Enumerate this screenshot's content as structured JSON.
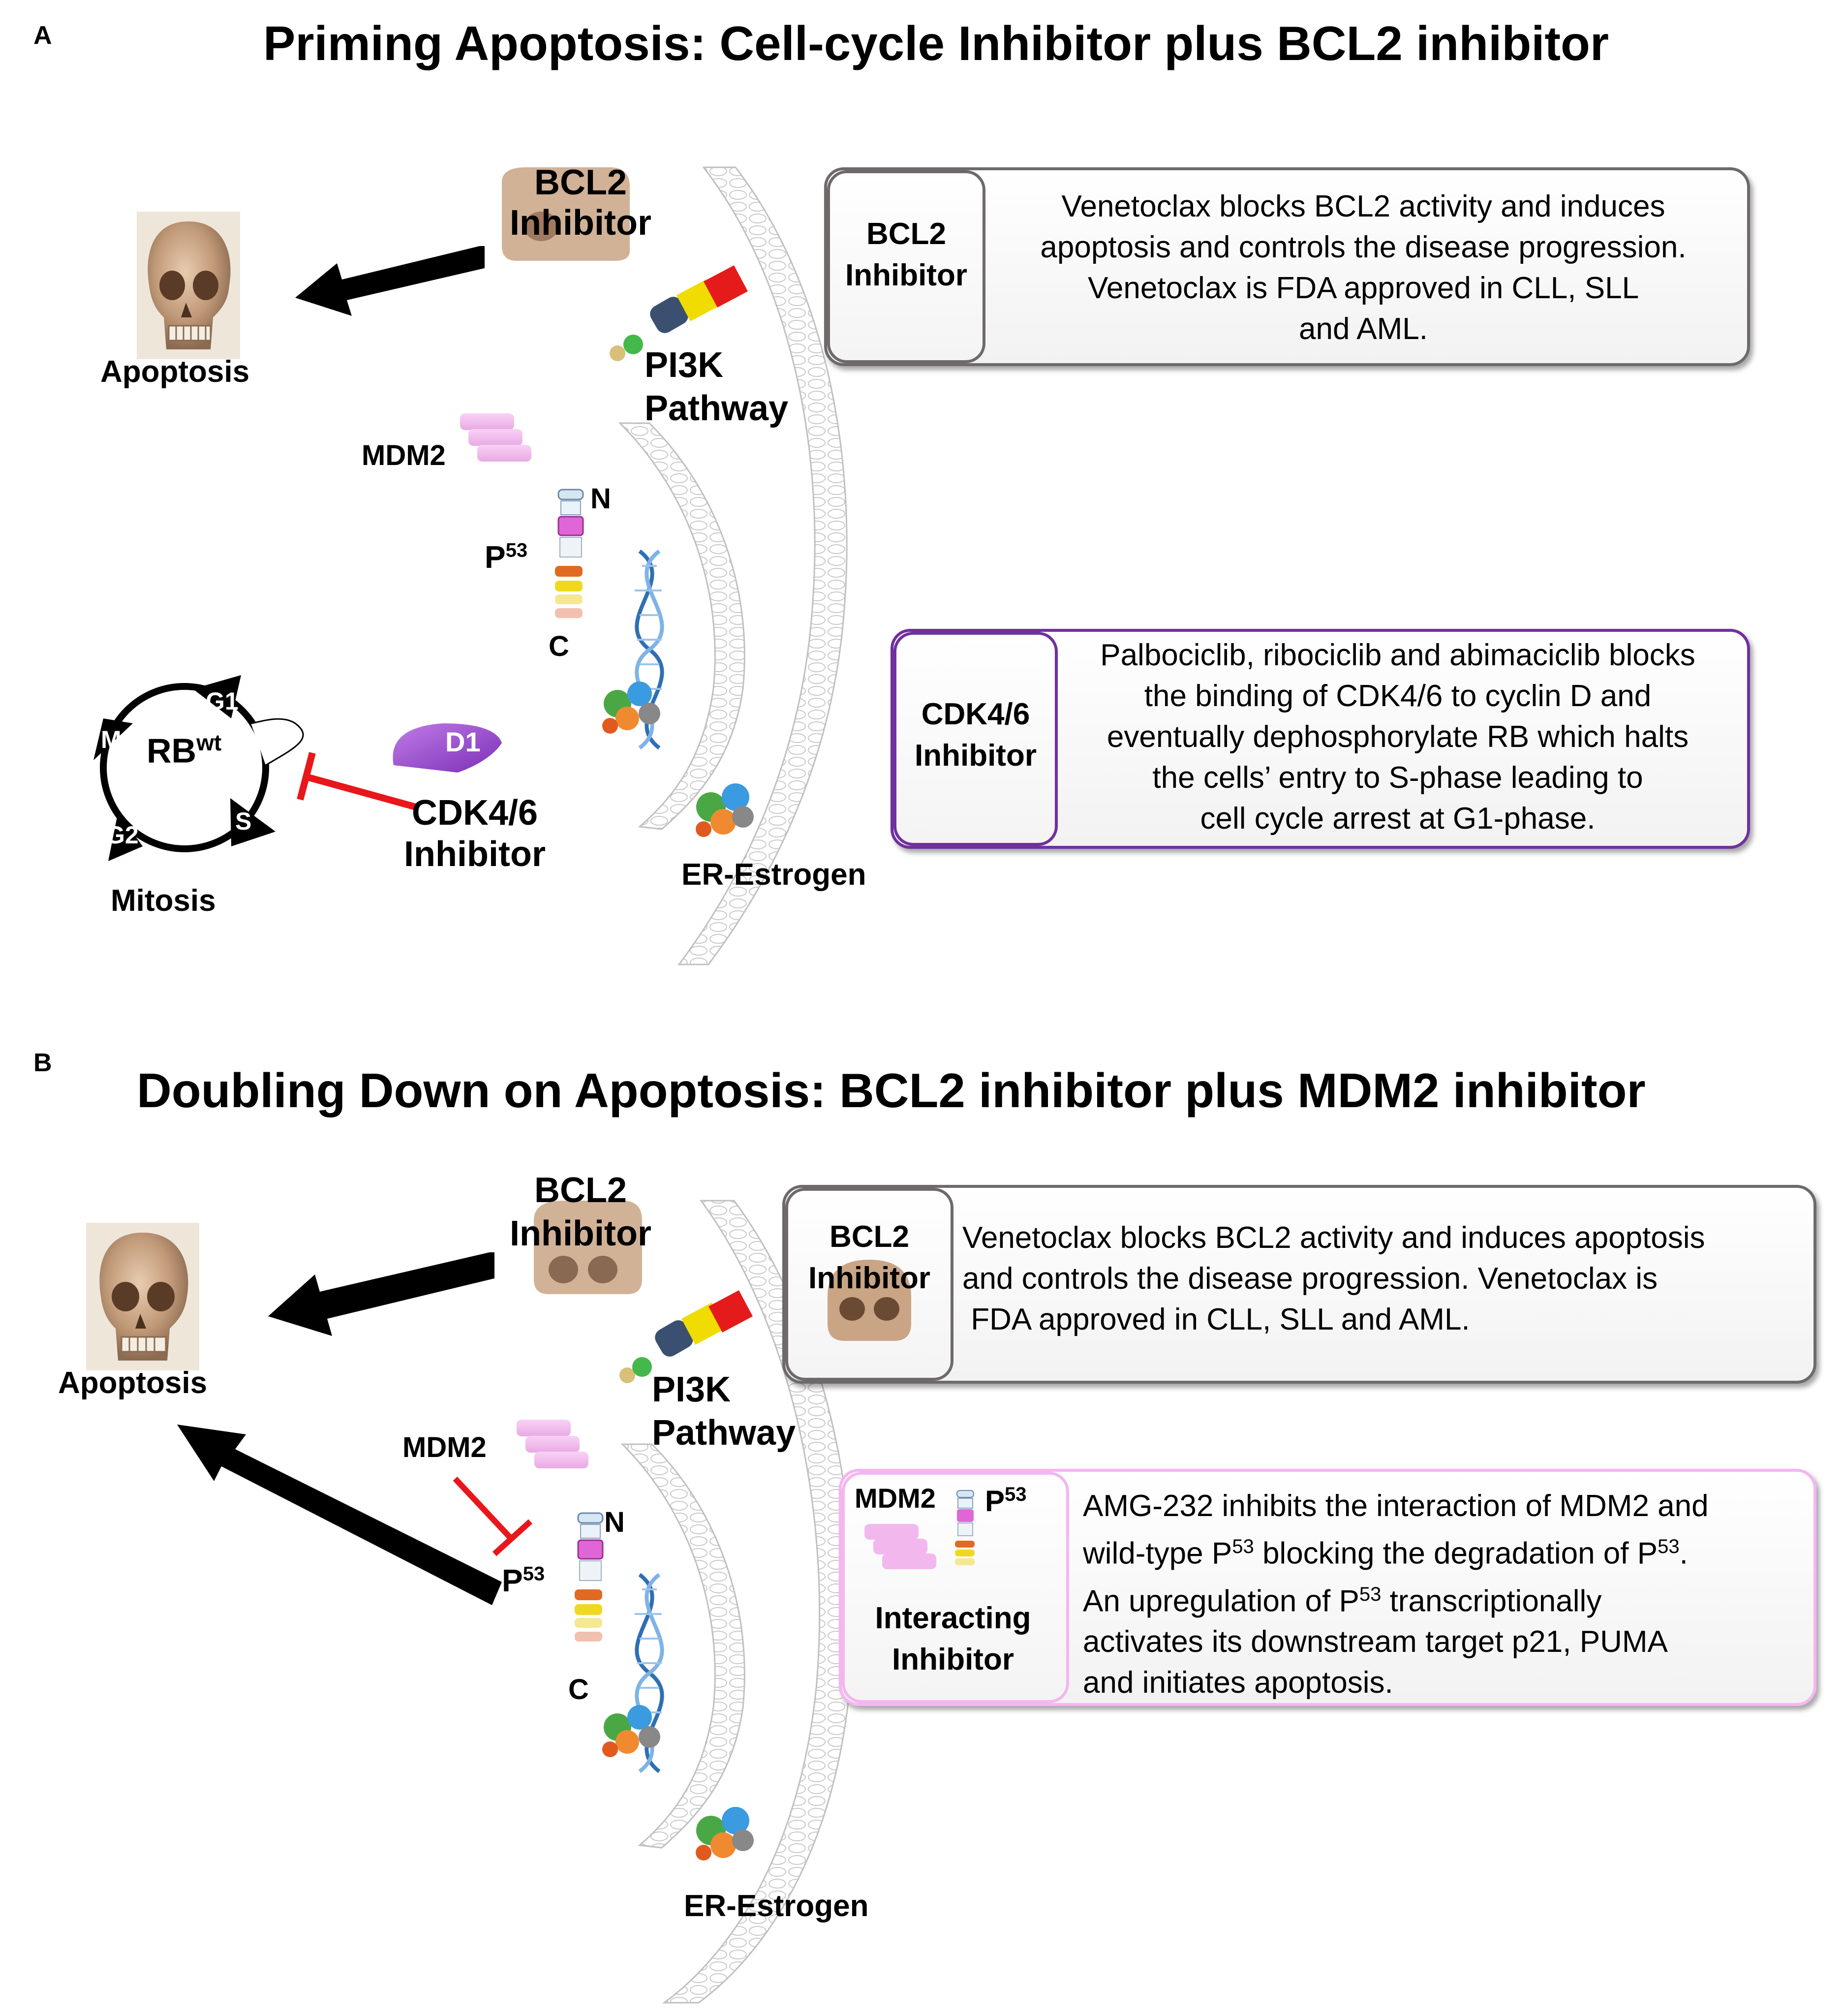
{
  "panel_a": {
    "letter": "A",
    "title": "Priming Apoptosis: Cell-cycle Inhibitor plus BCL2 inhibitor",
    "apoptosis": "Apoptosis",
    "bcl2_line1": "BCL2",
    "bcl2_line2": "Inhibitor",
    "pi3k_line1": "PI3K",
    "pi3k_line2": "Pathway",
    "mdm2": "MDM2",
    "p53_base": "P",
    "p53_sup": "53",
    "n_term": "N",
    "c_term": "C",
    "er": "ER-Estrogen",
    "cycle_center_base": "RB",
    "cycle_center_sup": "wt",
    "phase_g1": "G1",
    "phase_s": "S",
    "phase_g2": "G2",
    "phase_m": "M",
    "mitosis": "Mitosis",
    "d1": "D1",
    "cdk_line1": "CDK4/6",
    "cdk_line2": "Inhibitor",
    "box1": {
      "label_line1": "BCL2",
      "label_line2": "Inhibitor",
      "lines": [
        "Venetoclax blocks BCL2 activity and induces",
        "apoptosis and controls the disease progression.",
        "Venetoclax is FDA approved in CLL, SLL",
        "and AML."
      ]
    },
    "box2": {
      "label_line1": "CDK4/6",
      "label_line2": "Inhibitor",
      "lines": [
        "Palbociclib, ribociclib and abimaciclib blocks",
        "the binding of CDK4/6 to cyclin D and",
        "eventually dephosphorylate RB which halts",
        "the cells’ entry to S-phase leading to",
        "cell cycle arrest at G1-phase."
      ]
    }
  },
  "panel_b": {
    "letter": "B",
    "title": "Doubling Down on Apoptosis: BCL2 inhibitor plus MDM2 inhibitor",
    "apoptosis": "Apoptosis",
    "bcl2_line1": "BCL2",
    "bcl2_line2": "Inhibitor",
    "pi3k_line1": "PI3K",
    "pi3k_line2": "Pathway",
    "mdm2": "MDM2",
    "p53_base": "P",
    "p53_sup": "53",
    "n_term": "N",
    "c_term": "C",
    "er": "ER-Estrogen",
    "box1": {
      "label_line1": "BCL2",
      "label_line2": "Inhibitor",
      "lines": [
        "Venetoclax blocks BCL2 activity and induces apoptosis",
        "and controls the disease progression. Venetoclax is",
        " FDA approved in CLL, SLL and AML."
      ]
    },
    "box2": {
      "mdm2": "MDM2",
      "p53_base": "P",
      "p53_sup": "53",
      "label_line1": "Interacting",
      "label_line2": "Inhibitor",
      "line1": "AMG-232 inhibits the interaction of MDM2 and",
      "line2_a": "wild-type P",
      "line2_sup1": "53",
      "line2_b": " blocking the degradation of P",
      "line2_sup2": "53",
      "line2_c": ".",
      "line3_a": "An upregulation of P",
      "line3_sup": "53",
      "line3_b": " transcriptionally",
      "line4": "activates its downstream target p21, PUMA",
      "line5": "and initiates apoptosis."
    }
  },
  "colors": {
    "inhibit_red": "#e8171b",
    "box1_border": "#6e6a6a",
    "cdk_box_border": "#7030a0",
    "mdm2_box_border": "#f4b6f0",
    "d1_purple": "#9b4fd0",
    "mdm2_pink": "#f2b8ee"
  },
  "icons": [
    "skull-icon",
    "membrane-icon",
    "pi3k-receptor-icon",
    "p53-protein-icon",
    "dna-helix-icon",
    "er-protein-icon"
  ]
}
